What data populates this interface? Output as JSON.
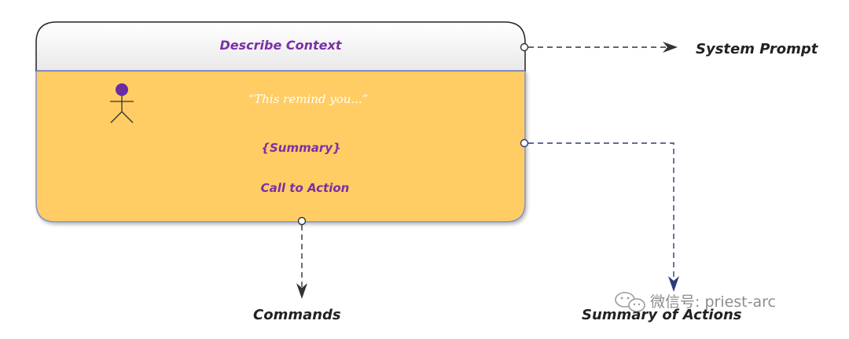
{
  "card": {
    "header_title": "Describe Context",
    "quote": "“This remind you...”",
    "summary": "{Summary}",
    "call_to_action": "Call to Action"
  },
  "outputs": {
    "system_prompt": "System Prompt",
    "commands": "Commands",
    "summary_of_actions": "Summary of Actions"
  },
  "watermark": {
    "text": "微信号: priest-arc",
    "icon": "wechat-icon"
  },
  "colors": {
    "header_fill": "#f4f4f4",
    "body_fill": "#ffcd64",
    "accent_purple": "#7b2fa8",
    "actor_purple": "#6a2ca0",
    "connector_dark": "#333333",
    "connector_navy": "#2e3a7a"
  }
}
